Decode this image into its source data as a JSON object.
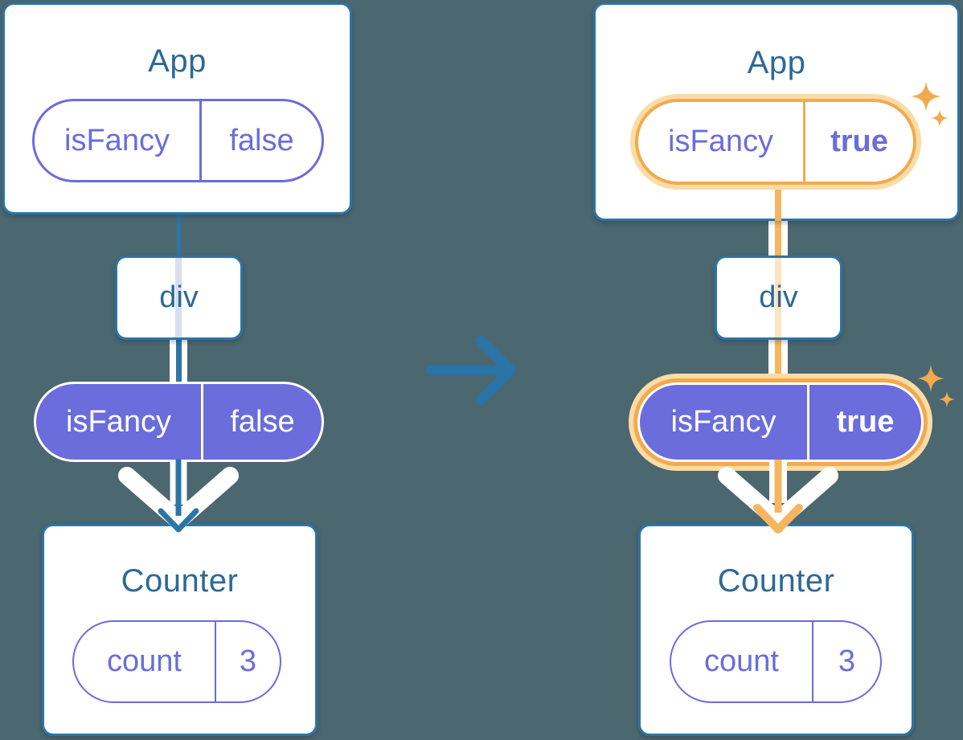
{
  "diagram": {
    "description": "React prop flow diagram: before and after state change",
    "background_color": "#4B6770",
    "colors": {
      "card_border_teal": "#2C75A6",
      "title_text": "#2D6996",
      "purple": "#6A6DDB",
      "orange_highlight": "#F2AA4D",
      "orange_glow": "#FBDCA6",
      "orange_line": "#F6B55F",
      "lavender_trace": "#D8DFF2",
      "peach_trace": "#FBE4BE",
      "arrow_blue": "#2A73A6",
      "white": "#FFFFFF"
    },
    "before": {
      "app": {
        "title": "App",
        "prop_name": "isFancy",
        "prop_value": "false"
      },
      "div": {
        "label": "div"
      },
      "passed_prop": {
        "name": "isFancy",
        "value": "false"
      },
      "counter": {
        "title": "Counter",
        "state_name": "count",
        "state_value": "3"
      }
    },
    "after": {
      "app": {
        "title": "App",
        "prop_name": "isFancy",
        "prop_value": "true"
      },
      "div": {
        "label": "div"
      },
      "passed_prop": {
        "name": "isFancy",
        "value": "true"
      },
      "counter": {
        "title": "Counter",
        "state_name": "count",
        "state_value": "3"
      }
    },
    "transition": {
      "icon": "arrow-right-icon"
    },
    "icons": [
      "sparkle-icon",
      "arrow-down-icon"
    ]
  }
}
